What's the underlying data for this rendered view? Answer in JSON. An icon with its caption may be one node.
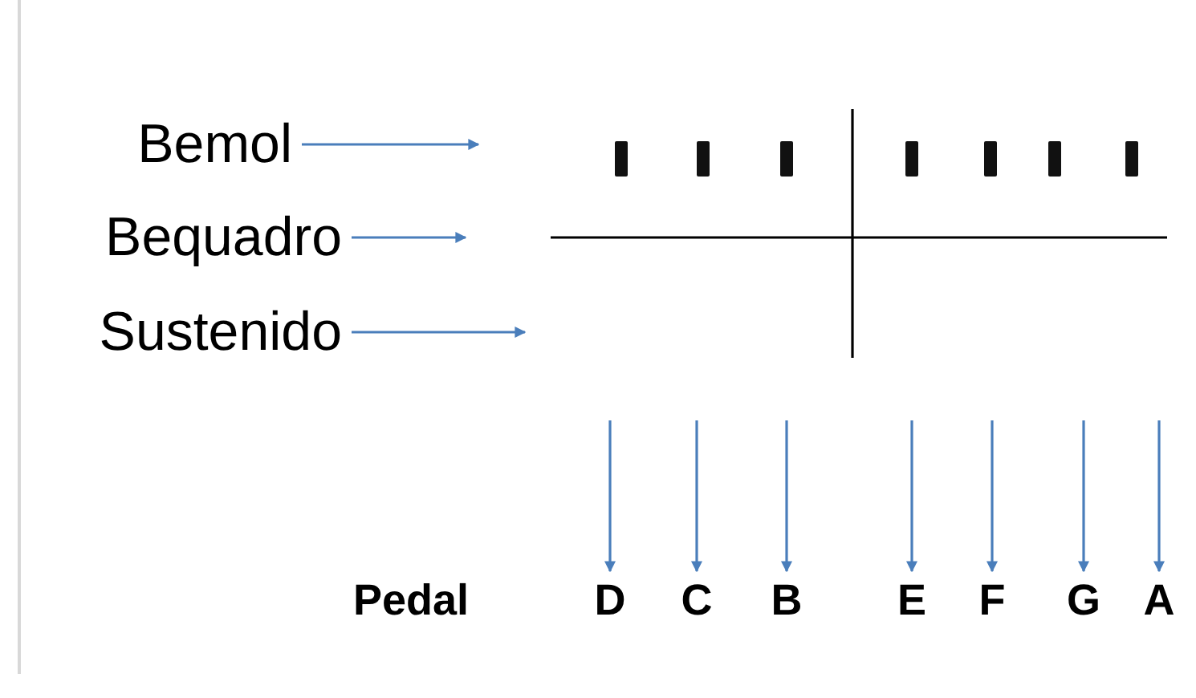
{
  "diagram": {
    "nodes": [
      {
        "text": [
          "Bemol"
        ]
      },
      {
        "text": [
          "Bequadro"
        ]
      },
      {
        "text": [
          "Sustenido"
        ]
      },
      {
        "text": [
          "D"
        ]
      },
      {
        "text": [
          "C"
        ]
      },
      {
        "text": [
          "B"
        ]
      },
      {
        "text": [
          "E"
        ]
      },
      {
        "text": [
          "F"
        ]
      },
      {
        "text": [
          "G"
        ]
      },
      {
        "text": [
          "A"
        ]
      }
    ],
    "edges": [
      {
        "from": 0,
        "to": null,
        "arrow": "to"
      },
      {
        "from": 1,
        "to": null,
        "arrow": "to"
      },
      {
        "from": 2,
        "to": null,
        "arrow": "to"
      },
      {
        "from": null,
        "to": 3,
        "arrow": "to"
      },
      {
        "from": null,
        "to": 4,
        "arrow": "to"
      },
      {
        "from": null,
        "to": 5,
        "arrow": "to"
      },
      {
        "from": null,
        "to": 6,
        "arrow": "to"
      },
      {
        "from": null,
        "to": 7,
        "arrow": "to"
      },
      {
        "from": null,
        "to": 8,
        "arrow": "to"
      },
      {
        "from": null,
        "to": 9,
        "arrow": "to"
      }
    ],
    "labels": [
      "Pedal"
    ]
  }
}
